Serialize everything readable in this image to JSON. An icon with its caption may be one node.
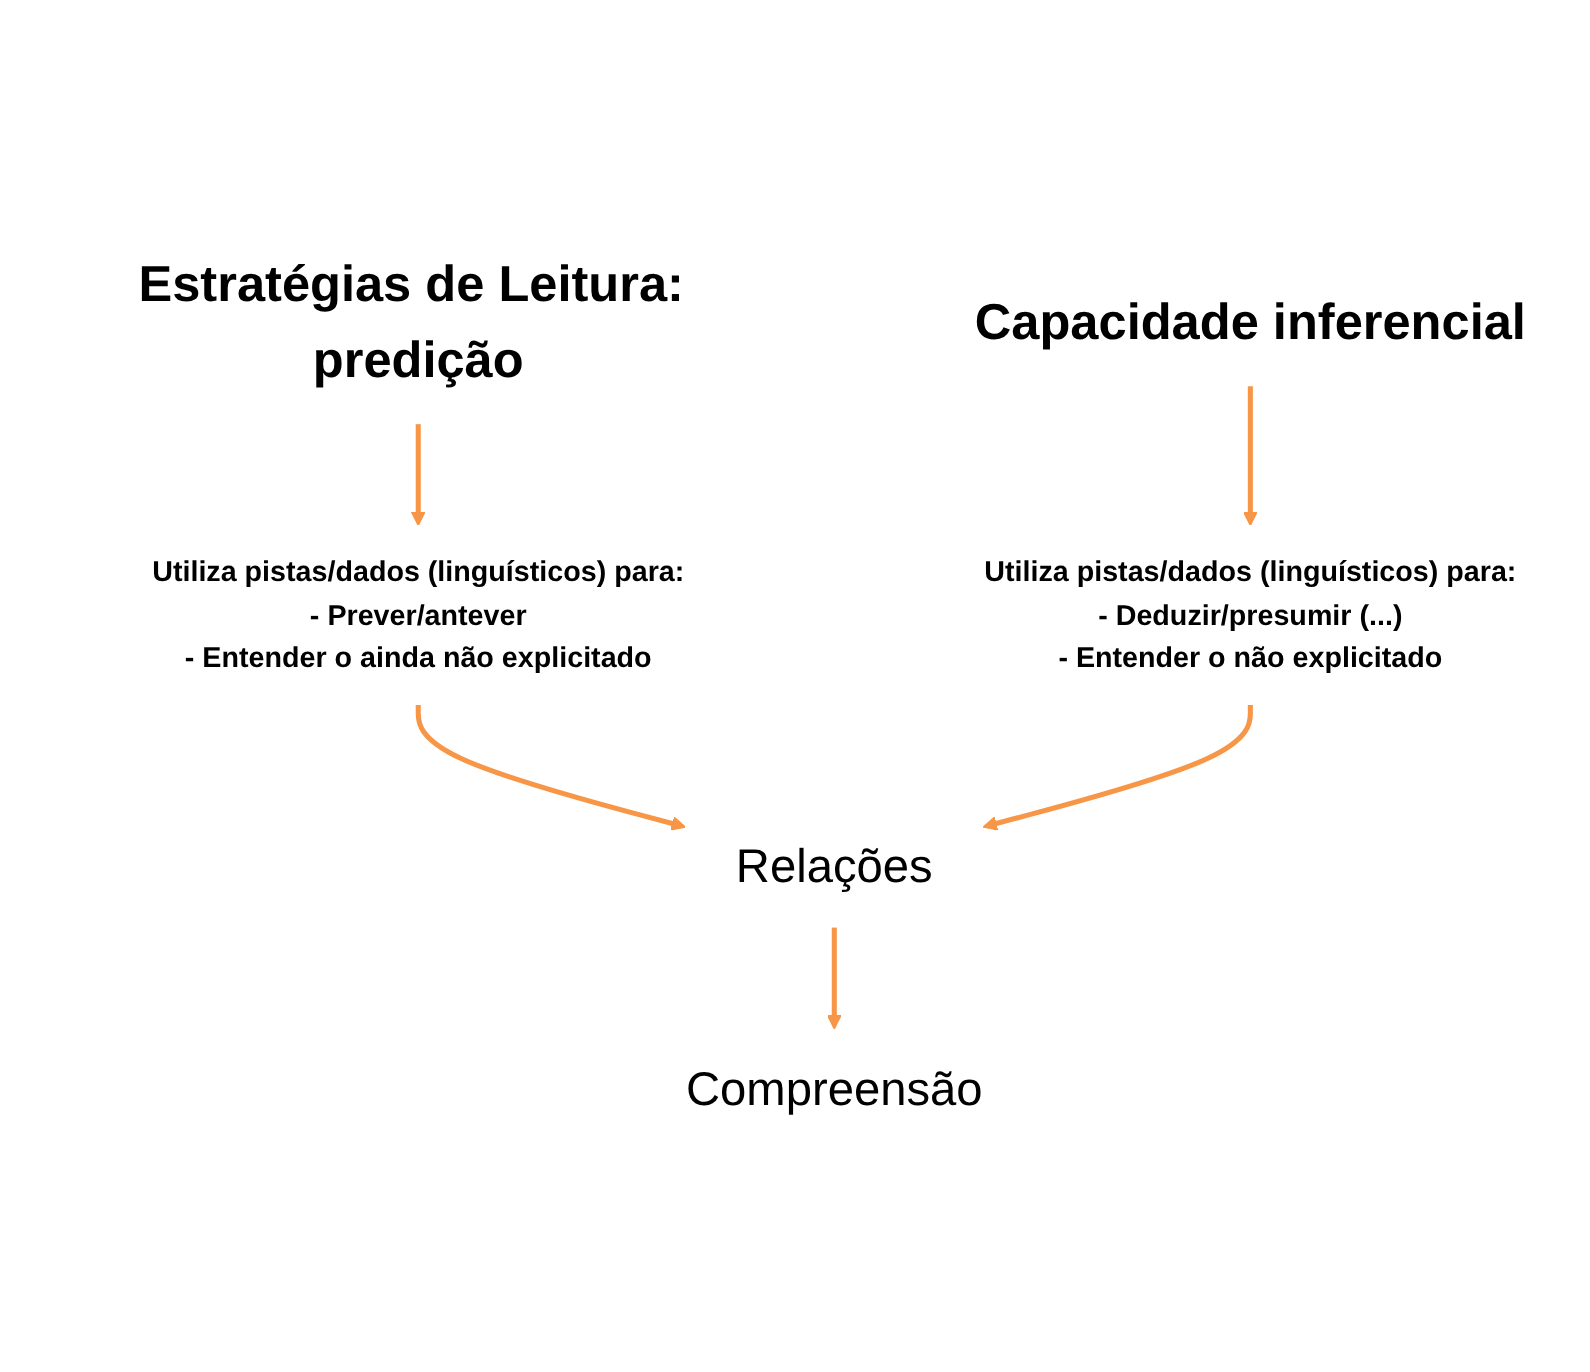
{
  "diagram": {
    "nodes": [
      {
        "text": [
          "Estratégias de Leitura: predição"
        ]
      },
      {
        "text": [
          "Capacidade inferencial"
        ]
      },
      {
        "text": [
          "Utiliza pistas/dados (linguísticos) para:",
          "- Prever/antever",
          "- Entender o ainda não explicitado"
        ]
      },
      {
        "text": [
          "Utiliza pistas/dados (linguísticos) para:",
          "- Deduzir/presumir (...)",
          "- Entender o não explicitado"
        ]
      },
      {
        "text": [
          "Relações"
        ]
      },
      {
        "text": [
          "Compreensão"
        ]
      }
    ],
    "edges": [
      {
        "from": 0,
        "to": 2,
        "arrow": "to"
      },
      {
        "from": 1,
        "to": 3,
        "arrow": "to"
      },
      {
        "from": 2,
        "to": 4,
        "arrow": "to"
      },
      {
        "from": 3,
        "to": 4,
        "arrow": "to"
      },
      {
        "from": 4,
        "to": 5,
        "arrow": "to"
      }
    ]
  }
}
